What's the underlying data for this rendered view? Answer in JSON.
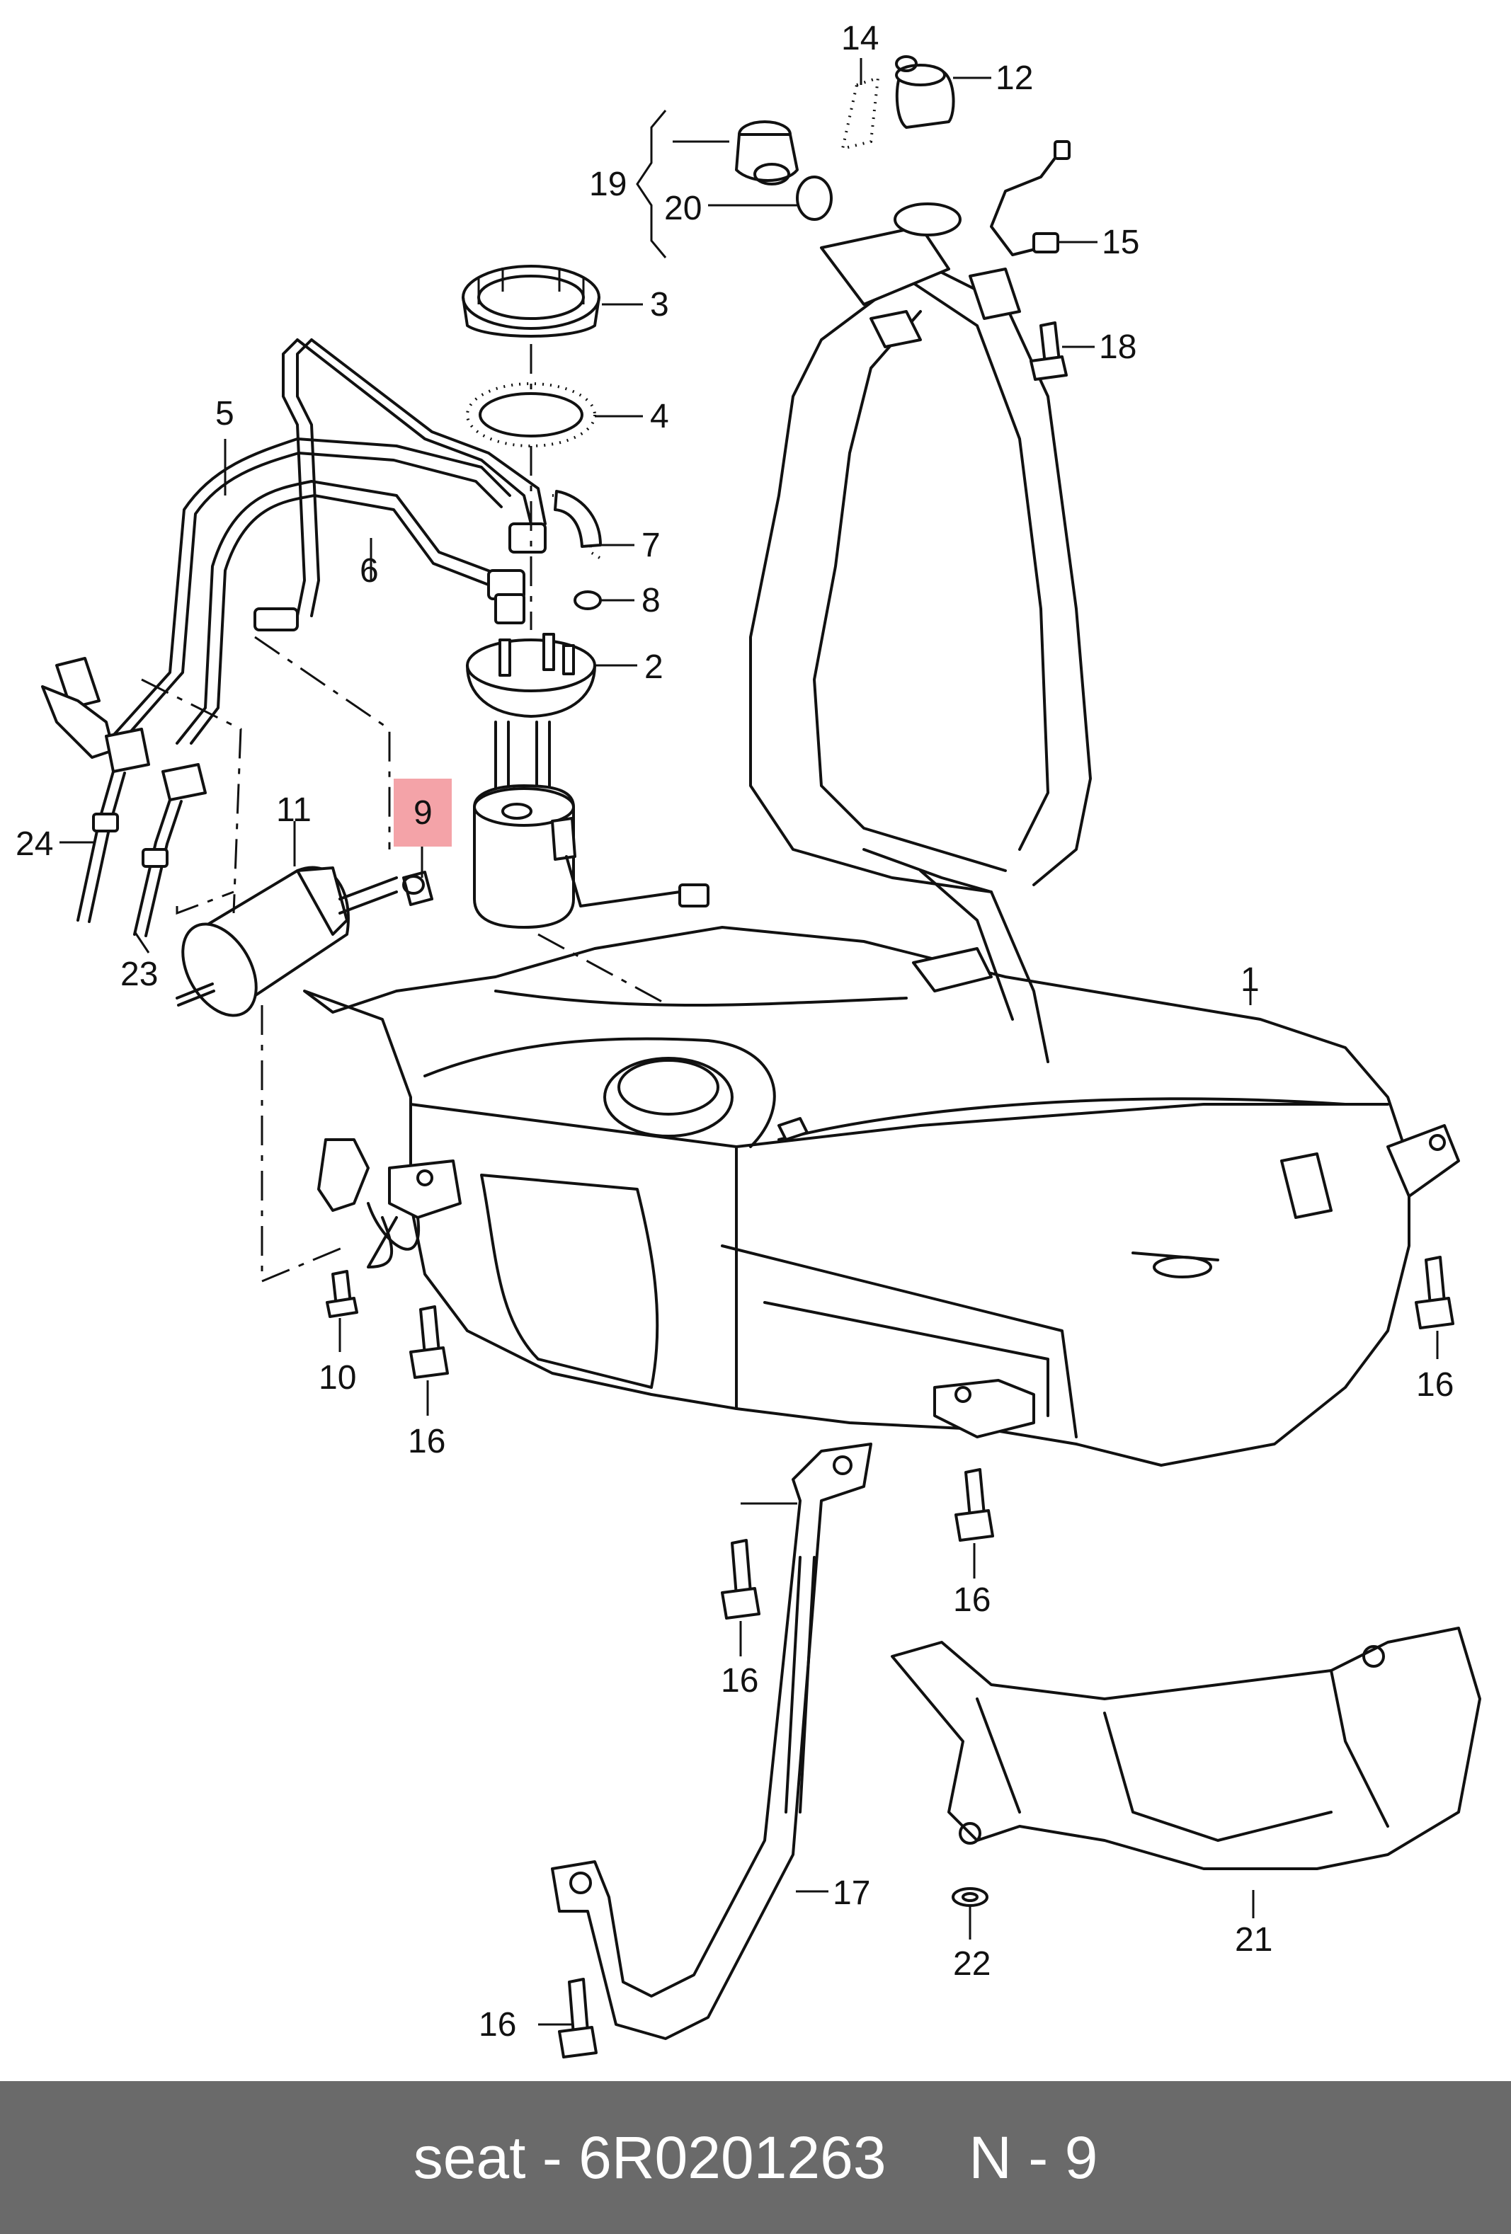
{
  "diagram": {
    "highlight_color": "#f4a3a8",
    "callouts": [
      {
        "id": "c1",
        "text": "1"
      },
      {
        "id": "c2",
        "text": "2"
      },
      {
        "id": "c3",
        "text": "3"
      },
      {
        "id": "c4",
        "text": "4"
      },
      {
        "id": "c5",
        "text": "5"
      },
      {
        "id": "c6",
        "text": "6"
      },
      {
        "id": "c7",
        "text": "7"
      },
      {
        "id": "c8",
        "text": "8"
      },
      {
        "id": "c9",
        "text": "9"
      },
      {
        "id": "c10",
        "text": "10"
      },
      {
        "id": "c11",
        "text": "11"
      },
      {
        "id": "c12",
        "text": "12"
      },
      {
        "id": "c14",
        "text": "14"
      },
      {
        "id": "c15",
        "text": "15"
      },
      {
        "id": "c16a",
        "text": "16"
      },
      {
        "id": "c16b",
        "text": "16"
      },
      {
        "id": "c16c",
        "text": "16"
      },
      {
        "id": "c16d",
        "text": "16"
      },
      {
        "id": "c16e",
        "text": "16"
      },
      {
        "id": "c17",
        "text": "17"
      },
      {
        "id": "c18",
        "text": "18"
      },
      {
        "id": "c19",
        "text": "19"
      },
      {
        "id": "c20",
        "text": "20"
      },
      {
        "id": "c21",
        "text": "21"
      },
      {
        "id": "c22",
        "text": "22"
      },
      {
        "id": "c23",
        "text": "23"
      },
      {
        "id": "c24",
        "text": "24"
      }
    ]
  },
  "footer": {
    "brand": "seat",
    "separator": " - ",
    "part_number": "6R0201263",
    "gap": "     ",
    "ref_prefix": "N - ",
    "ref_number": "9"
  }
}
